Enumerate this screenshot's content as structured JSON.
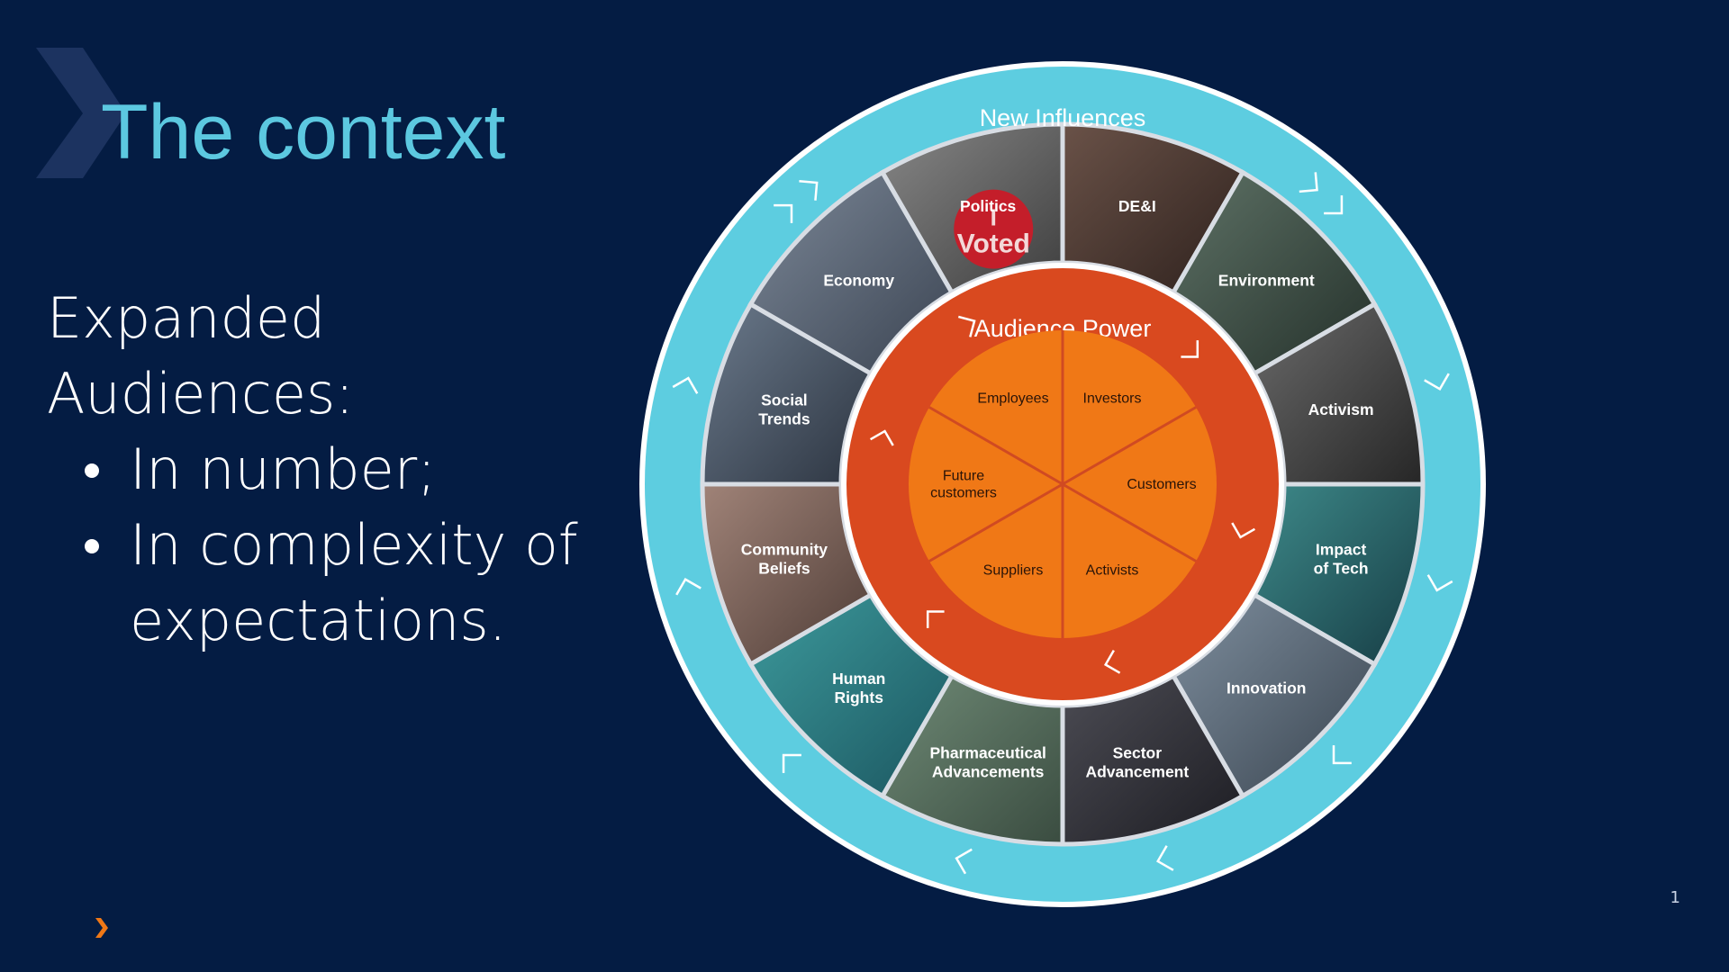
{
  "slide": {
    "title": "The context",
    "page_number": "1"
  },
  "body": {
    "lead": "Expanded Audiences:",
    "bullets": [
      "In number;",
      "In complexity of expectations."
    ]
  },
  "diagram": {
    "outer_ring_label": "New Influences",
    "inner_ring_label": "Audience Power",
    "influences": [
      {
        "lines": [
          "DE&I"
        ]
      },
      {
        "lines": [
          "Environment"
        ]
      },
      {
        "lines": [
          "Activism"
        ]
      },
      {
        "lines": [
          "Impact",
          "of Tech"
        ]
      },
      {
        "lines": [
          "Innovation"
        ]
      },
      {
        "lines": [
          "Sector",
          "Advancement"
        ]
      },
      {
        "lines": [
          "Pharmaceutical",
          "Advancements"
        ]
      },
      {
        "lines": [
          "Human",
          "Rights"
        ]
      },
      {
        "lines": [
          "Community",
          "Beliefs"
        ]
      },
      {
        "lines": [
          "Social",
          "Trends"
        ]
      },
      {
        "lines": [
          "Economy"
        ]
      },
      {
        "lines": [
          "Politics"
        ]
      }
    ],
    "audiences": [
      {
        "lines": [
          "Investors"
        ]
      },
      {
        "lines": [
          "Customers"
        ]
      },
      {
        "lines": [
          "Activists"
        ]
      },
      {
        "lines": [
          "Suppliers"
        ]
      },
      {
        "lines": [
          "Future",
          "customers"
        ]
      },
      {
        "lines": [
          "Employees"
        ]
      }
    ],
    "photo_badge_text": [
      "I",
      "Voted"
    ],
    "colors": {
      "outer_ring": "#5dcde0",
      "inner_ring": "#d9491f",
      "core": "#f07816",
      "background": "#041c43",
      "title": "#5cc8e0",
      "accent_orange": "#f07816"
    }
  }
}
